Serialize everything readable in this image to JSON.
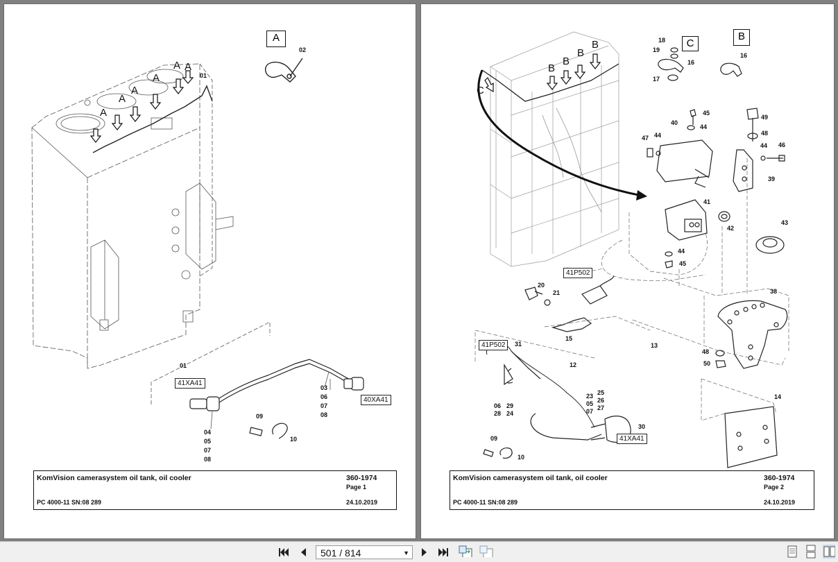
{
  "left_page": {
    "view_box_label": "A",
    "callouts": [
      "02",
      "01",
      "01",
      "03",
      "07",
      "08",
      "06",
      "09",
      "10",
      "04",
      "05",
      "07",
      "08"
    ],
    "arrow_labels": [
      "A",
      "A",
      "A",
      "A",
      "A",
      "A"
    ],
    "tags": [
      "41XA41",
      "40XA41"
    ],
    "title_block": {
      "title": "KomVision camerasystem oil tank, oil cooler",
      "doc_number": "360-1974",
      "page": "Page 1",
      "machine": "PC 4000-11 SN:08 289",
      "date": "24.10.2019"
    }
  },
  "right_page": {
    "view_box_labels": [
      "C",
      "B"
    ],
    "arrow_labels": [
      "C",
      "B",
      "B",
      "B",
      "B"
    ],
    "callouts": {
      "c18": "18",
      "c19": "19",
      "c16a": "16",
      "c17": "17",
      "c16b": "16",
      "c45a": "45",
      "c44a": "44",
      "c40": "40",
      "c47": "47",
      "c44b": "44",
      "c49": "49",
      "c48a": "48",
      "c44c": "44",
      "c46": "46",
      "c39": "39",
      "c41": "41",
      "c42": "42",
      "c43": "43",
      "c44d": "44",
      "c45b": "45",
      "c20": "20",
      "c21": "21",
      "c15": "15",
      "c38": "38",
      "c13": "13",
      "c48b": "48",
      "c50": "50",
      "c31": "31",
      "c12": "12",
      "c06": "06",
      "c28": "28",
      "c29": "29",
      "c24": "24",
      "c23": "23",
      "c05": "05",
      "c07": "07",
      "c25": "25",
      "c26": "26",
      "c27": "27",
      "c30": "30",
      "c14": "14",
      "c09": "09",
      "c10": "10"
    },
    "tags": [
      "41P502",
      "41P502",
      "41XA41"
    ],
    "title_block": {
      "title": "KomVision camerasystem oil tank, oil cooler",
      "doc_number": "360-1974",
      "page": "Page 2",
      "machine": "PC 4000-11 SN:08 289",
      "date": "24.10.2019"
    }
  },
  "toolbar": {
    "page_indicator": "501 / 814"
  },
  "icons": [
    "first-page-icon",
    "prev-page-icon",
    "next-page-icon",
    "last-page-icon",
    "page-extract-icon",
    "page-copy-icon",
    "single-page-view-icon",
    "continuous-view-icon",
    "two-page-view-icon"
  ]
}
